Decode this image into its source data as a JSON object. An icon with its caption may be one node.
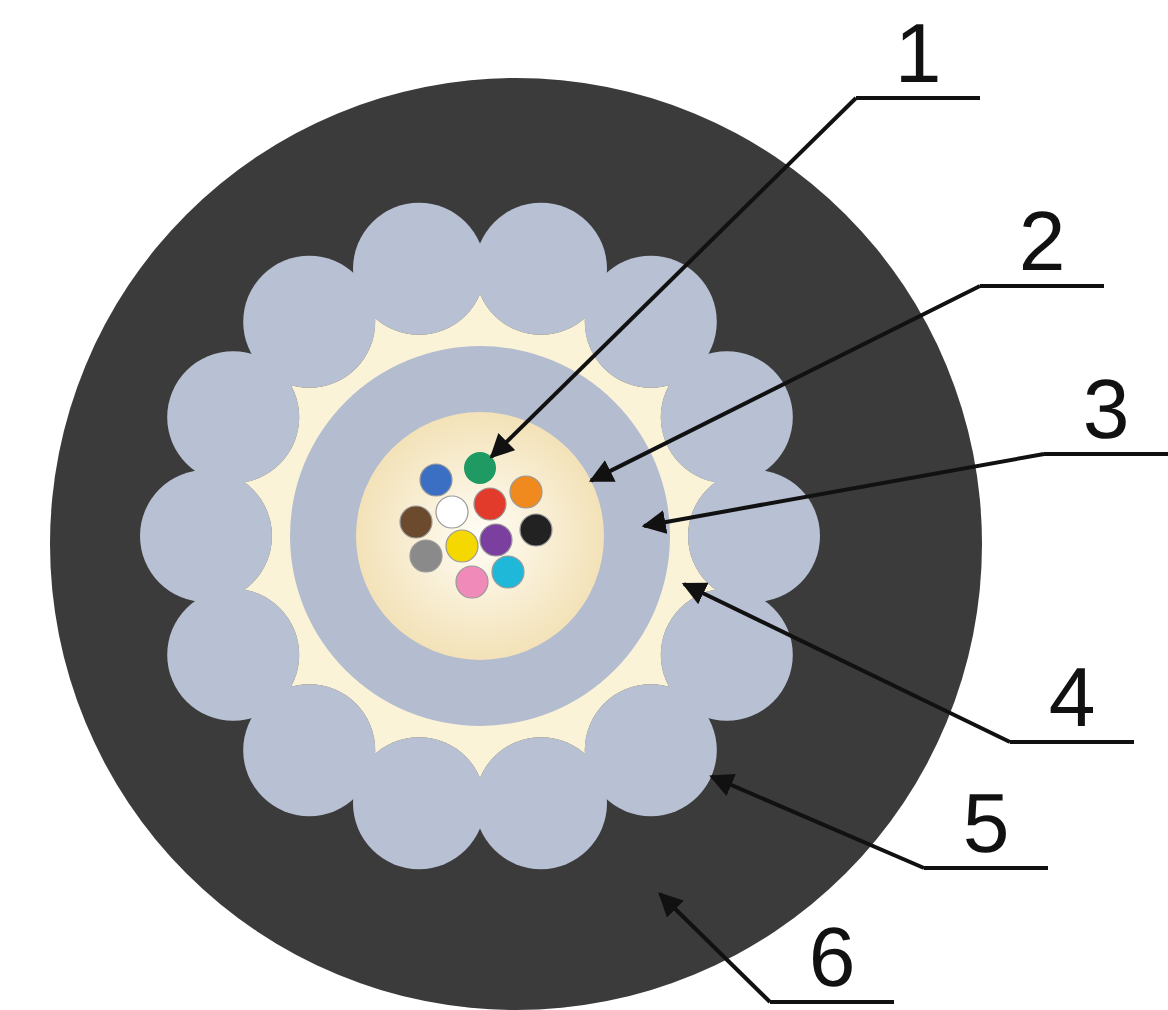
{
  "diagram": {
    "nodes": [
      {
        "text": [
          "1"
        ]
      },
      {
        "text": [
          "2"
        ]
      },
      {
        "text": [
          "3"
        ]
      },
      {
        "text": [
          "4"
        ]
      },
      {
        "text": [
          "5"
        ]
      },
      {
        "text": [
          "6"
        ]
      },
      {
        "text": [],
        "shape": "circle"
      },
      {
        "text": [],
        "shape": "circle",
        "in": 6
      },
      {
        "text": [],
        "shape": "circle",
        "in": 7
      },
      {
        "text": [],
        "shape": "circle",
        "in": 8
      },
      {
        "text": [],
        "shape": "circle",
        "in": 9
      },
      {
        "text": [],
        "shape": "circle",
        "in": 6
      },
      {
        "text": [],
        "shape": "circle",
        "in": 6
      },
      {
        "text": [],
        "shape": "circle",
        "in": 6
      },
      {
        "text": [],
        "shape": "circle",
        "in": 6
      },
      {
        "text": [],
        "shape": "circle",
        "in": 6
      },
      {
        "text": [],
        "shape": "circle",
        "in": 6
      },
      {
        "text": [],
        "shape": "circle",
        "in": 6
      },
      {
        "text": [],
        "shape": "circle",
        "in": 6
      },
      {
        "text": [],
        "shape": "circle",
        "in": 6
      },
      {
        "text": [],
        "shape": "circle",
        "in": 6
      },
      {
        "text": [],
        "shape": "circle",
        "in": 6
      },
      {
        "text": [],
        "shape": "circle",
        "in": 6
      },
      {
        "text": [],
        "shape": "circle",
        "in": 6
      },
      {
        "text": [],
        "shape": "circle",
        "in": 6
      }
    ],
    "edges": [
      {
        "from": 0,
        "to": 10,
        "arrow": "to"
      },
      {
        "from": 1,
        "to": 9,
        "arrow": "to"
      },
      {
        "from": 2,
        "to": 8,
        "arrow": "to"
      },
      {
        "from": 3,
        "to": 7,
        "arrow": "to"
      },
      {
        "from": 4,
        "to": 22,
        "arrow": "to"
      },
      {
        "from": 5,
        "to": 6,
        "arrow": "to"
      }
    ]
  }
}
